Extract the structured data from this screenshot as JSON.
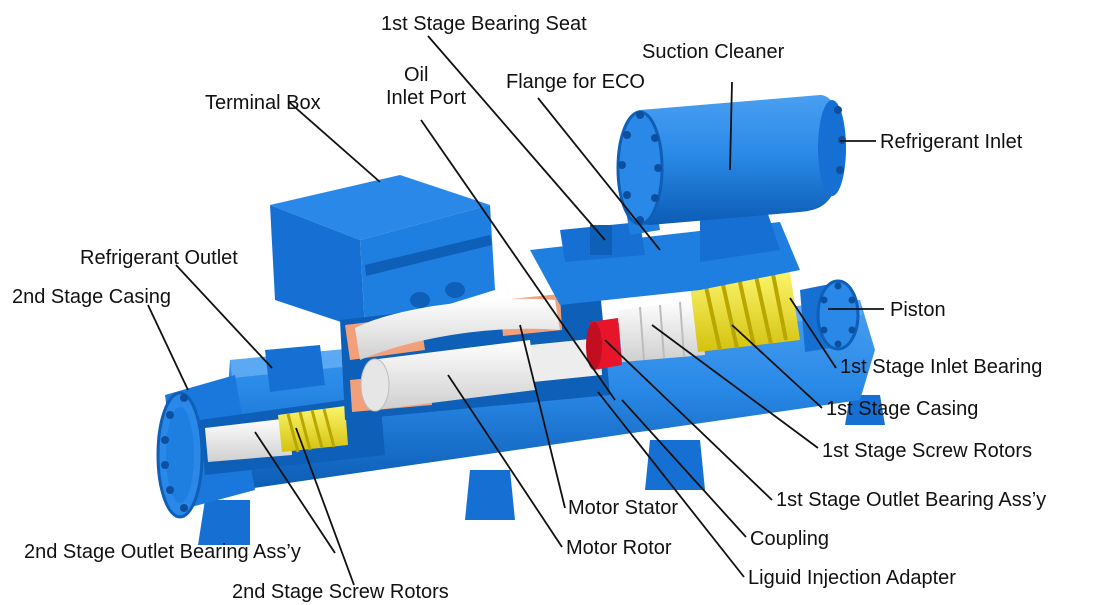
{
  "labels": {
    "first_stage_bearing_seat": "1st Stage Bearing Seat",
    "suction_cleaner": "Suction Cleaner",
    "oil": "Oil",
    "inlet_port": "Inlet Port",
    "flange_for_eco": "Flange for ECO",
    "terminal_box": "Terminal Box",
    "refrigerant_inlet": "Refrigerant Inlet",
    "refrigerant_outlet": "Refrigerant Outlet",
    "second_stage_casing": "2nd Stage Casing",
    "piston": "Piston",
    "first_stage_inlet_bearing": "1st Stage Inlet Bearing",
    "first_stage_casing": "1st Stage Casing",
    "first_stage_screw_rotors": "1st Stage Screw Rotors",
    "first_stage_outlet_bearing": "1st Stage Outlet Bearing Ass’y",
    "motor_stator": "Motor Stator",
    "coupling": "Coupling",
    "motor_rotor": "Motor Rotor",
    "second_stage_outlet_bearing": "2nd Stage Outlet Bearing Ass’y",
    "liquid_injection_adapter": "Liguid Injection Adapter",
    "second_stage_screw_rotors": "2nd Stage Screw Rotors"
  },
  "colors": {
    "body_blue": "#1e7fe0",
    "body_dark": "#0d5fb8",
    "body_light": "#5aaaf5",
    "rotor_yellow": "#f0e21a",
    "stator_salmon": "#f2a07a",
    "coupling_red": "#e8142a",
    "rotor_white": "#f4f4f4"
  }
}
